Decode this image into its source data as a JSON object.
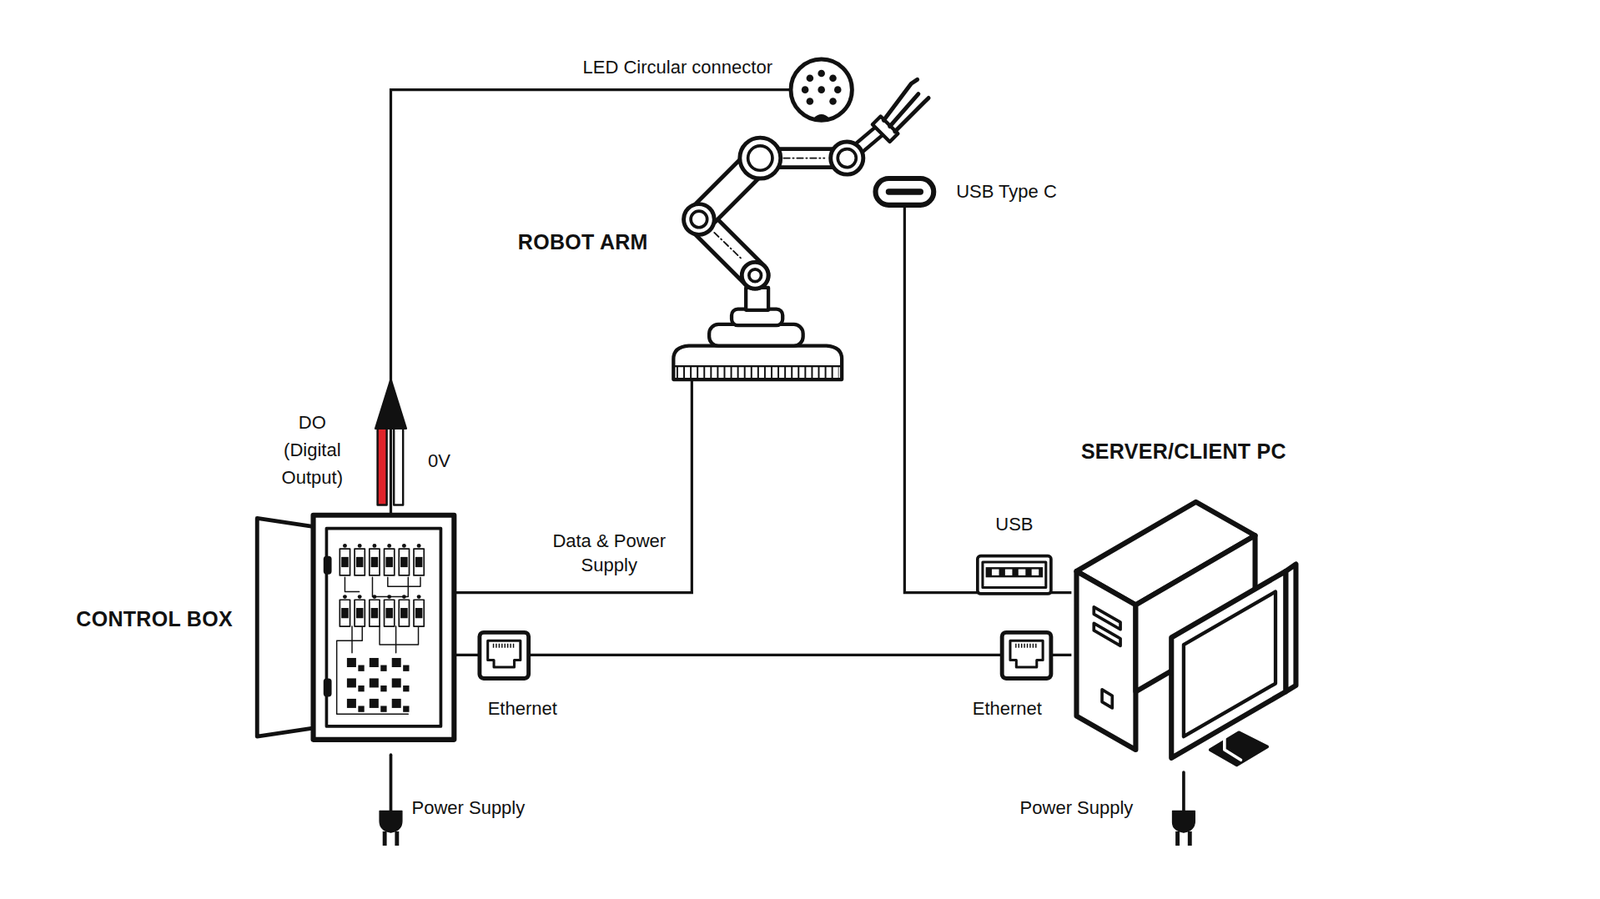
{
  "diagram": {
    "nodes": [
      {
        "text": [
          "LED Circular connector"
        ]
      },
      {
        "text": [
          "ROBOT ARM"
        ]
      },
      {
        "text": [
          "USB Type C"
        ]
      },
      {
        "text": [
          "CONTROL BOX"
        ]
      },
      {
        "text": [
          "SERVER/CLIENT PC"
        ]
      }
    ],
    "edges": [
      {
        "from": 3,
        "to": 0,
        "arrow": "none"
      },
      {
        "from": 3,
        "to": 1,
        "label": "Data & Power Supply",
        "arrow": "none"
      },
      {
        "from": 2,
        "to": 4,
        "arrow": "none"
      },
      {
        "from": 3,
        "to": 4,
        "arrow": "none"
      }
    ],
    "labels": [
      "DO (Digital Output)",
      "0V",
      "USB",
      "Ethernet",
      "Ethernet",
      "Power Supply",
      "Power Supply"
    ]
  }
}
